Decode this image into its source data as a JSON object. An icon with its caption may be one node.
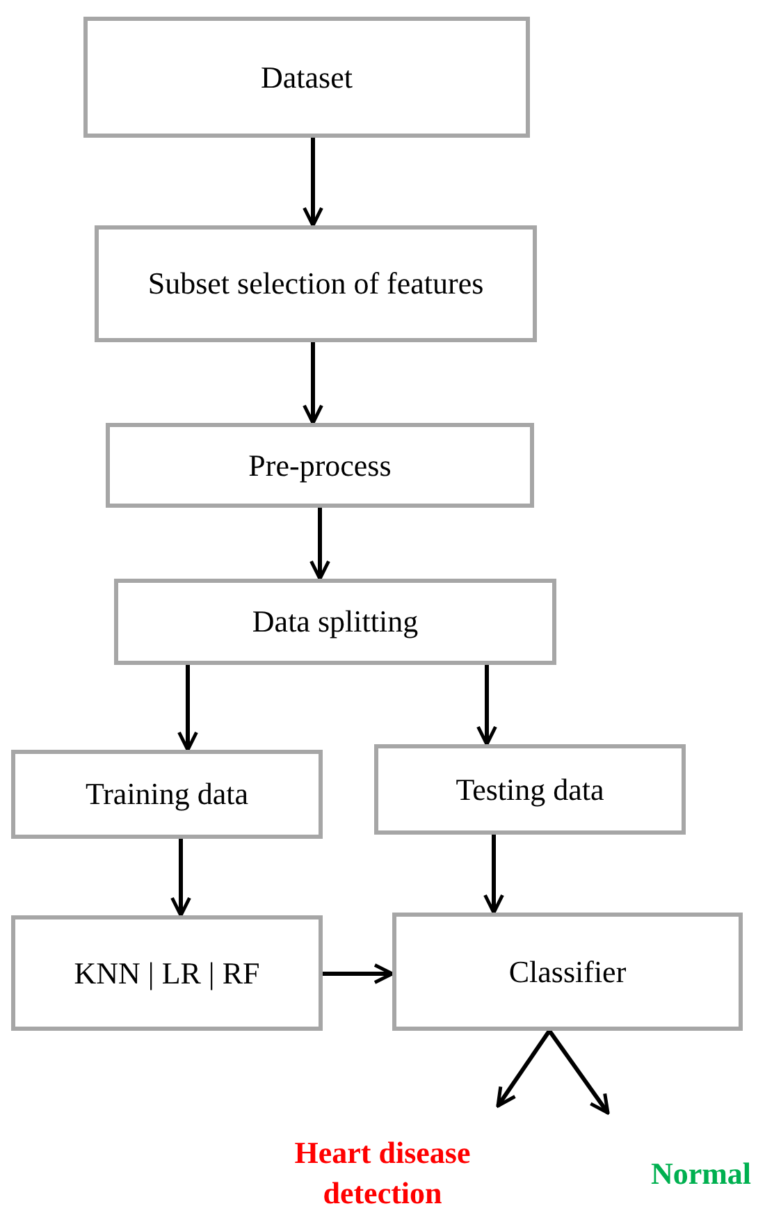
{
  "diagram": {
    "nodes": [
      {
        "text": [
          "Dataset"
        ]
      },
      {
        "text": [
          "Subset selection of features"
        ]
      },
      {
        "text": [
          "Pre-process"
        ]
      },
      {
        "text": [
          "Data splitting"
        ]
      },
      {
        "text": [
          "Training data"
        ]
      },
      {
        "text": [
          "Testing data"
        ]
      },
      {
        "text": [
          "KNN | LR | RF"
        ]
      },
      {
        "text": [
          "Classifier"
        ]
      },
      {
        "text": [
          "Heart disease detection"
        ]
      },
      {
        "text": [
          "Normal"
        ]
      }
    ],
    "edges": [
      {
        "from": 0,
        "to": 1,
        "arrow": "to"
      },
      {
        "from": 1,
        "to": 2,
        "arrow": "to"
      },
      {
        "from": 2,
        "to": 3,
        "arrow": "to"
      },
      {
        "from": 3,
        "to": 4,
        "arrow": "to"
      },
      {
        "from": 3,
        "to": 5,
        "arrow": "to"
      },
      {
        "from": 4,
        "to": 6,
        "arrow": "to"
      },
      {
        "from": 5,
        "to": 7,
        "arrow": "to"
      },
      {
        "from": 6,
        "to": 7,
        "arrow": "to"
      },
      {
        "from": 7,
        "to": 8,
        "arrow": "to"
      },
      {
        "from": 7,
        "to": 9,
        "arrow": "to"
      }
    ]
  }
}
